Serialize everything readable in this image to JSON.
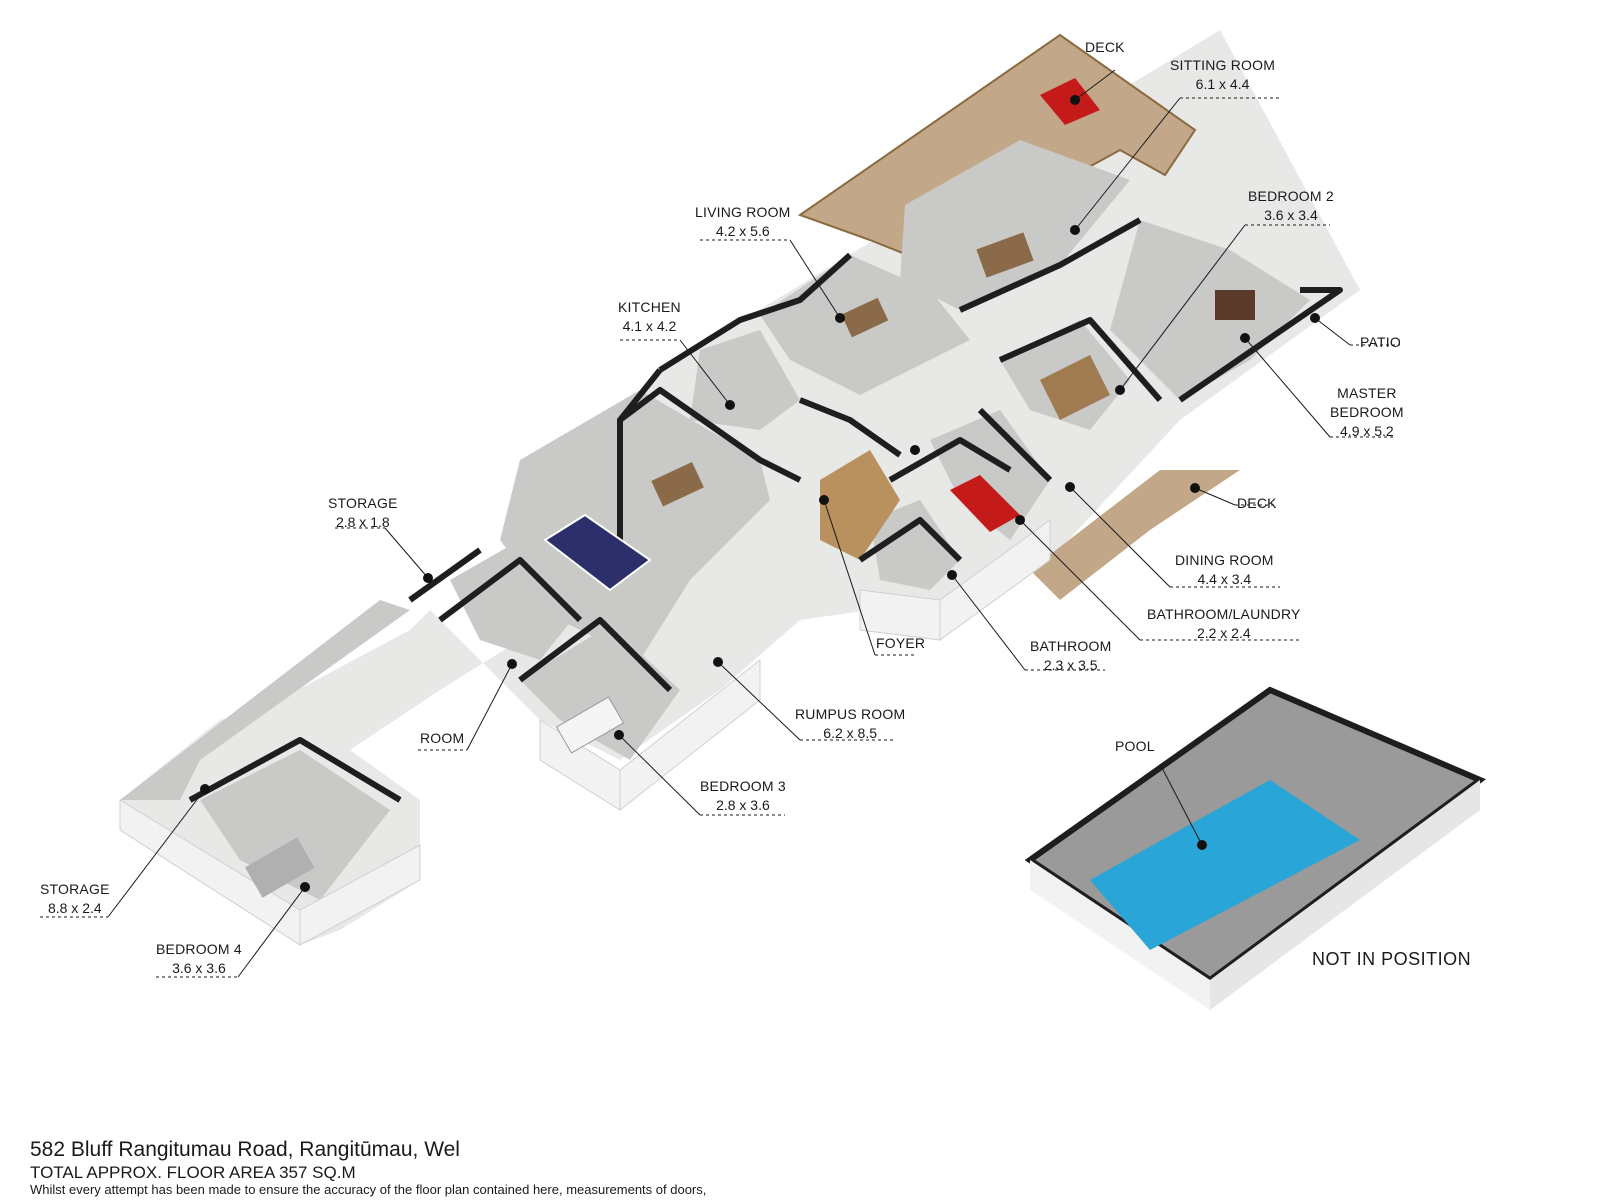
{
  "plan": {
    "colors": {
      "wall": "#1e1e1e",
      "floor": "#c8c8c6",
      "deck": "#bfa585",
      "pool": "#2aa5d8",
      "wall_face": "#efefef"
    },
    "labels": {
      "deck_top": {
        "name": "DECK",
        "dim": ""
      },
      "sitting_room": {
        "name": "SITTING ROOM",
        "dim": "6.1 x 4.4"
      },
      "living_room": {
        "name": "LIVING ROOM",
        "dim": "4.2 x 5.6"
      },
      "bedroom_2": {
        "name": "BEDROOM 2",
        "dim": "3.6 x 3.4"
      },
      "kitchen": {
        "name": "KITCHEN",
        "dim": "4.1 x 4.2"
      },
      "patio": {
        "name": "PATIO",
        "dim": ""
      },
      "master_bedroom": {
        "name": "MASTER",
        "name2": "BEDROOM",
        "dim": "4.9 x 5.2"
      },
      "deck_right": {
        "name": "DECK",
        "dim": ""
      },
      "storage_1": {
        "name": "STORAGE",
        "dim": "2.8 x 1.8"
      },
      "dining_room": {
        "name": "DINING ROOM",
        "dim": "4.4 x 3.4"
      },
      "bathroom_laundry": {
        "name": "BATHROOM/LAUNDRY",
        "dim": "2.2 x 2.4"
      },
      "foyer": {
        "name": "FOYER",
        "dim": ""
      },
      "bathroom": {
        "name": "BATHROOM",
        "dim": "2.3 x 3.5"
      },
      "rumpus_room": {
        "name": "RUMPUS ROOM",
        "dim": "6.2 x 8.5"
      },
      "room": {
        "name": "ROOM",
        "dim": ""
      },
      "pool": {
        "name": "POOL",
        "dim": ""
      },
      "bedroom_3": {
        "name": "BEDROOM 3",
        "dim": "2.8 x 3.6"
      },
      "storage_2": {
        "name": "STORAGE",
        "dim": "8.8 x 2.4"
      },
      "bedroom_4": {
        "name": "BEDROOM 4",
        "dim": "3.6 x 3.6"
      }
    },
    "pool_note": "NOT IN POSITION"
  },
  "footer": {
    "address": "582 Bluff Rangitumau Road, Rangitūmau, Wel",
    "area": "TOTAL APPROX. FLOOR AREA 357 SQ.M",
    "disclaimer": "Whilst every attempt has been made to ensure the accuracy of the floor plan contained here, measurements of doors,"
  }
}
